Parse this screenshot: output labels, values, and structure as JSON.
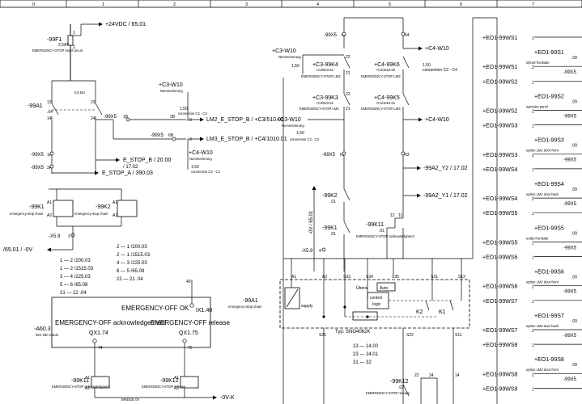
{
  "header": {
    "columns": [
      "0",
      "1",
      "2",
      "3",
      "4",
      "5",
      "6",
      "7"
    ]
  },
  "col0": {
    "f1_ref": "-99F1",
    "f1_rating": "2,5AT",
    "f1_label": "EMERGENCY-STOP\nhead circuit",
    "supply": "+24VDC / 65.01",
    "a1_ref": "-99A1",
    "a1_pin": ".04",
    "x5_a": "-99X5",
    "x5_a_pin": "1A",
    "x5_b": "-99X5",
    "x5_b_pin": "3A",
    "estop_b": "E_STOP_B / 20.00",
    "estop_b_sub": "/ 17.02",
    "estop_a": "E_STOP_A / 390.03",
    "k1_ref": "-99K1",
    "k1_label": "emergency-stop chain",
    "k2_ref": "-99K2",
    "k2_label": "emergency-stop chain",
    "x59": "-X5.9",
    "x59_pin": "3",
    "zero_v_left": "/65.01 / -0V",
    "refs_left": [
      "1 — 2  /200.03",
      "1 — 2  /1515.03",
      "3 — 4  /225.03",
      "5 — 6  /65.08",
      "21 — 22  .04"
    ],
    "refs_right": [
      "2 — 1  /200.03",
      "2 — 1  /1515.03",
      "4 — 3  /225.03",
      "6 — 5  /65.08",
      "22 — 21  .04"
    ]
  },
  "col1": {
    "pin_13": "13",
    "pin_14": "14",
    "pin_23": "23",
    "pin_24": "24",
    "x5_1b": "-99X5",
    "pin_1b": "1B",
    "pin_2b": "2B",
    "x5_6b": "-99X5",
    "pin_6b": "6B",
    "w10_ref": "+C3-W10",
    "w10_sub": "Nummerierung",
    "w10_conn": "1,50",
    "w10_conn_label": "connection C2 - C3",
    "lm2": "LM2_E_STOP_B / +C3/510.01",
    "lm3": "LM3_E_STOP_B / +C4/1010.01",
    "c4_w10_ref": "+C4-W10",
    "c4_w10_sub": "Nummerierung",
    "c4_w10_conn": "1,50",
    "c4_w10_conn_label": "connection C2 - C4"
  },
  "col4": {
    "x5_62": "-99X5",
    "pin_62": "62",
    "c3_w10": "+C3-W10",
    "c3_w10_sub": "Nummerierung",
    "c3_val": "1,50",
    "k4_ref": "+C3-99K4",
    "k4_sub": "+C3/510.02",
    "k4_label": "EMERGENCY-STOP LM2",
    "k3_ref": "+C3-99K3",
    "k3_sub": "+C3/510.01",
    "k3_label": "EMERGENCY-STOP LM2",
    "c3_w10b": "+C3-W10",
    "c3_w10b_sub": "Nummerierung",
    "c3_valb": "1,50",
    "c3_conn": "connection C2 - C3",
    "x5_61": "-99X5",
    "pin_61": "61",
    "k2b_ref": "-99K2",
    "k2b_pin": ".01",
    "k1b_ref": "-99K1",
    "k1b_pin": ".01",
    "zero_v_vert": "-0V / 65.01",
    "x59_4": "-X5.9",
    "x59_4_pin": "4",
    "a1b_ref": "-99A1",
    "a1b_label": "emergency-stop chain",
    "pins_top": [
      "A1",
      "A2",
      "S33",
      "S34",
      "S35",
      "S31",
      "S12"
    ],
    "supply_label": "supply",
    "uber_label": "Überw.",
    "auto_label": "Auto",
    "control_label": "control",
    "logic_label": "logic",
    "typ": "Typ:  SNO4062K",
    "pins_bottom": [
      "S21",
      "S22",
      "S11"
    ],
    "refs": [
      "13 — 14.00",
      "23 — 24.01",
      "31 — 32"
    ],
    "k12b_ref": "-99K12",
    "k12b_pin": ".02",
    "k12b_label": "EMERGENCY-STOP\nrelease"
  },
  "col5": {
    "x5_64": "64",
    "c4_w10": "+C4-W10",
    "c4_val": "1,50",
    "c4_conn": "connection C2 - C4",
    "k6_ref": "+C4-99K6",
    "k6_sub": "+C4/1010.02",
    "k6_label": "EMERGENCY-STOP LM3",
    "k5_ref": "+C4-99K5",
    "k5_sub": "+C4/1010.01",
    "k5_label": "EMERGENCY-STOP LM3",
    "c4_w10b": "+C4-W10",
    "x5_63": "63",
    "y2": "-99A2_Y2 / 17.02",
    "y1": "-99A2_Y1 / 17.02",
    "k11_ref": "-99K11",
    "k11_pin": ".01",
    "k11_label": "EMERGENCY-STOP\nacknowledgment",
    "k1_label": "K1",
    "k2_label": "K2",
    "pin_12": "12",
    "pin_11": "11",
    "bottom_pins": [
      "22",
      "24",
      "14"
    ]
  },
  "bottom_box": {
    "ref": "-A60.3",
    "sub": "DIO 280\nCard1",
    "pin_40": "40",
    "ix": "IX1.40",
    "off_ok": "EMERGENCY-OFF OK",
    "ack": "EMERGENCY-OFF acknowledgement",
    "release": "EMERGENCY-OFF release",
    "qx174": "QX1.74",
    "qx175": "QX1.75",
    "pin_74": "74",
    "pin_75": "75",
    "k11_ref": "-99K11",
    "k11_label": "EMERGENCY-STOP\nacknowledgment",
    "k12_ref": "-99K12",
    "k12_label": "EMERGENCY-STOP\nrelease",
    "zero_v_k": "-0V-K",
    "bridge": "BRIDGE 0V"
  },
  "right_list": [
    {
      "name": "+EO1-99WS1",
      "pin": "1"
    },
    {
      "name": "+EO1-99S1",
      "pin": ".09",
      "desc": "infeed frontside"
    },
    {
      "name": "+EO1-99WS1",
      "pin": "2"
    },
    {
      "name": "+EO1-99WS2",
      "pin": "1"
    },
    {
      "name": "+EO1-99S2",
      "pin": ".09",
      "desc": "operator panel"
    },
    {
      "name": "+EO1-99WS2",
      "pin": "2"
    },
    {
      "name": "+EO1-99WS3",
      "pin": "1"
    },
    {
      "name": "+EO1-99S3",
      "pin": ".09",
      "desc": "option LM1 door front"
    },
    {
      "name": "+EO1-99WS3",
      "pin": "2"
    },
    {
      "name": "+EO1-99WS4",
      "pin": "1"
    },
    {
      "name": "+EO1-99S4",
      "pin": ".09",
      "desc": "option LM1 door back"
    },
    {
      "name": "+EO1-99WS4",
      "pin": "2"
    },
    {
      "name": "+EO1-99WS5",
      "pin": "1"
    },
    {
      "name": "+EO1-99S5",
      "pin": ".09",
      "desc": "outlet frontside"
    },
    {
      "name": "+EO1-99WS5",
      "pin": "2"
    },
    {
      "name": "+EO1-99WS6",
      "pin": "1"
    },
    {
      "name": "+EO1-99S6",
      "pin": ".09",
      "desc": "option LM2 door front"
    },
    {
      "name": "+EO1-99WS6",
      "pin": "2"
    },
    {
      "name": "+EO1-99WS7",
      "pin": "1"
    },
    {
      "name": "+EO1-99S7",
      "pin": ".09",
      "desc": "option LM2 door back"
    },
    {
      "name": "+EO1-99WS7",
      "pin": "2"
    },
    {
      "name": "+EO1-99WS8",
      "pin": "1"
    },
    {
      "name": "+EO1-99S8",
      "pin": ".09",
      "desc": "option LM3 door front"
    },
    {
      "name": "+EO1-99WS8",
      "pin": "2"
    },
    {
      "name": "+EO1-99WS9",
      "pin": "1"
    }
  ],
  "right_x5": "-99X5"
}
